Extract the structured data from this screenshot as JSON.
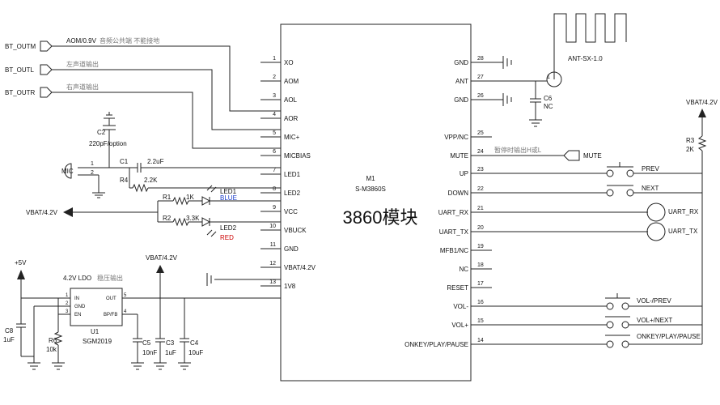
{
  "chip": {
    "ref": "M1",
    "part": "S-M3860S",
    "title": "3860模块",
    "left_pins": [
      {
        "num": "1",
        "name": "XO"
      },
      {
        "num": "2",
        "name": "AOM"
      },
      {
        "num": "3",
        "name": "AOL"
      },
      {
        "num": "4",
        "name": "AOR"
      },
      {
        "num": "5",
        "name": "MIC+"
      },
      {
        "num": "6",
        "name": "MICBIAS"
      },
      {
        "num": "7",
        "name": "LED1"
      },
      {
        "num": "8",
        "name": "LED2"
      },
      {
        "num": "9",
        "name": "VCC"
      },
      {
        "num": "10",
        "name": "VBUCK"
      },
      {
        "num": "11",
        "name": "GND"
      },
      {
        "num": "12",
        "name": "VBAT/4.2V"
      },
      {
        "num": "13",
        "name": "1V8"
      }
    ],
    "right_pins": [
      {
        "num": "28",
        "name": "GND"
      },
      {
        "num": "27",
        "name": "ANT"
      },
      {
        "num": "26",
        "name": "GND"
      },
      {
        "num": "25",
        "name": "VPP/NC"
      },
      {
        "num": "24",
        "name": "MUTE"
      },
      {
        "num": "23",
        "name": "UP"
      },
      {
        "num": "22",
        "name": "DOWN"
      },
      {
        "num": "21",
        "name": "UART_RX"
      },
      {
        "num": "20",
        "name": "UART_TX"
      },
      {
        "num": "19",
        "name": "MFB1/NC"
      },
      {
        "num": "18",
        "name": "NC"
      },
      {
        "num": "17",
        "name": "RESET"
      },
      {
        "num": "16",
        "name": "VOL-"
      },
      {
        "num": "15",
        "name": "VOL+"
      },
      {
        "num": "14",
        "name": "ONKEY/PLAY/PAUSE"
      }
    ]
  },
  "ports": {
    "bt_outm": "BT_OUTM",
    "bt_outl": "BT_OUTL",
    "bt_outr": "BT_OUTR",
    "mute": "MUTE",
    "vbat_left": "VBAT/4.2V",
    "vbat_mid": "VBAT/4.2V",
    "vbat_right": "VBAT/4.2V",
    "plus5v": "+5V"
  },
  "notes": {
    "aom": "AOM/0.9V",
    "aom_cn": "音频公共端 不能接地",
    "aol_cn": "左声道输出",
    "aor_cn": "右声道输出",
    "mute_cn": "暂停时输出H或L",
    "ldo_title": "4.2V LDO",
    "ldo_cn": "稳压输出"
  },
  "components": {
    "c2_ref": "C2",
    "c2_val": "220pF/option",
    "c1_ref": "C1",
    "c1_val": "2.2uF",
    "r4_ref": "R4",
    "r4_val": "2.2K",
    "mic": "MIC",
    "mic_pin1": "1",
    "mic_pin2": "2",
    "r1_ref": "R1",
    "r1_val": "1K",
    "r2_ref": "R2",
    "r2_val": "3.3K",
    "led1_ref": "LED1",
    "led1_color": "BLUE",
    "led2_ref": "LED2",
    "led2_color": "RED",
    "ant": "ANT-SX-1.0",
    "ant_pin": "1",
    "c6_ref": "C6",
    "c6_val": "NC",
    "r3_ref": "R3",
    "r3_val": "2K",
    "u1_ref": "U1",
    "u1_part": "SGM2019",
    "u1_in": "IN",
    "u1_gnd": "GND",
    "u1_en": "EN",
    "u1_out": "OUT",
    "u1_bp": "BP/FB",
    "u1_p1": "1",
    "u1_p2": "2",
    "u1_p3": "3",
    "u1_p4": "4",
    "u1_p5": "5",
    "c8_ref": "C8",
    "c8_val": "1uF",
    "r6_ref": "R6",
    "r6_val": "10k",
    "c5_ref": "C5",
    "c5_val": "10nF",
    "c3_ref": "C3",
    "c3_val": "1uF",
    "c4_ref": "C4",
    "c4_val": "10uF",
    "sw_prev": "PREV",
    "sw_next": "NEXT",
    "sw_uart_rx": "UART_RX",
    "sw_uart_tx": "UART_TX",
    "sw_volm": "VOL-/PREV",
    "sw_volp": "VOL+/NEXT",
    "sw_onkey": "ONKEY/PLAY/PAUSE"
  }
}
